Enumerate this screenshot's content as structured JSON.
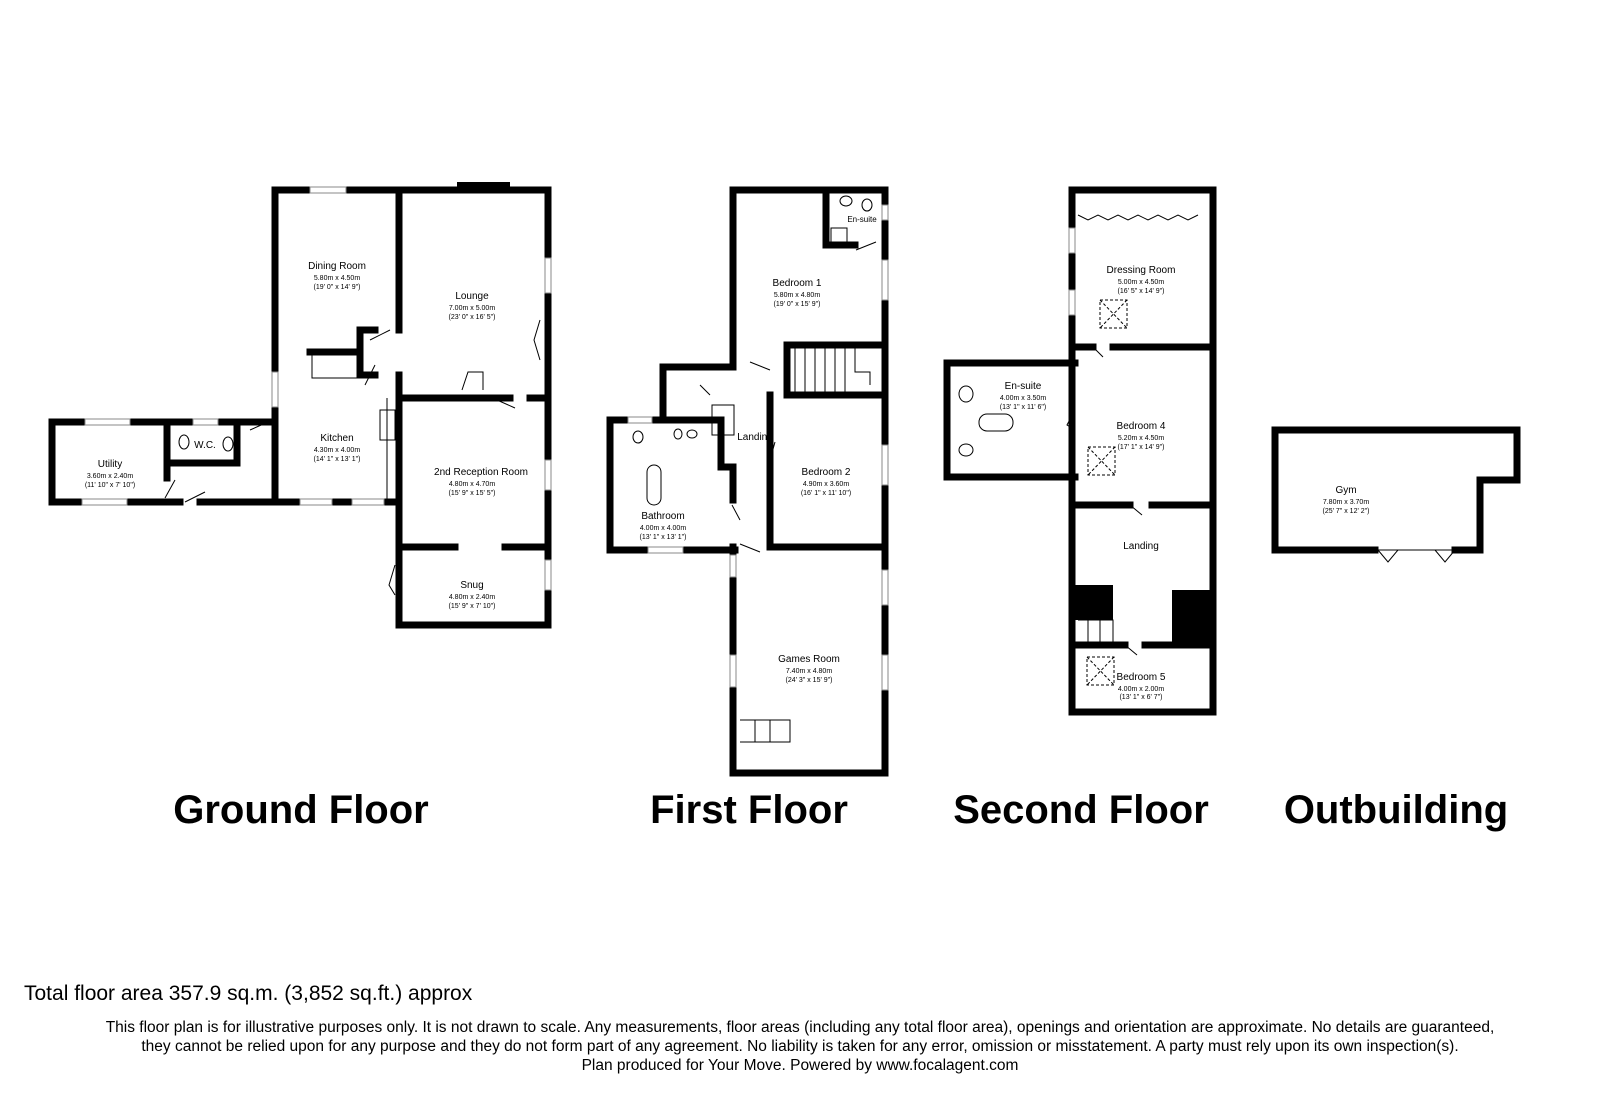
{
  "floors": {
    "ground": {
      "title": "Ground Floor",
      "rooms": [
        {
          "name": "Dining Room",
          "metric": "5.80m x 4.50m",
          "imperial": "(19' 0\" x 14' 9\")"
        },
        {
          "name": "Lounge",
          "metric": "7.00m x 5.00m",
          "imperial": "(23' 0\" x 16' 5\")"
        },
        {
          "name": "Kitchen",
          "metric": "4.30m x 4.00m",
          "imperial": "(14' 1\" x 13' 1\")"
        },
        {
          "name": "Utility",
          "metric": "3.60m x 2.40m",
          "imperial": "(11' 10\" x 7' 10\")"
        },
        {
          "name": "W.C."
        },
        {
          "name": "2nd Reception Room",
          "metric": "4.80m x 4.70m",
          "imperial": "(15' 9\" x 15' 5\")"
        },
        {
          "name": "Snug",
          "metric": "4.80m x 2.40m",
          "imperial": "(15' 9\" x 7' 10\")"
        }
      ]
    },
    "first": {
      "title": "First Floor",
      "rooms": [
        {
          "name": "En-suite"
        },
        {
          "name": "Bedroom 1",
          "metric": "5.80m x 4.80m",
          "imperial": "(19' 0\" x 15' 9\")"
        },
        {
          "name": "Landing"
        },
        {
          "name": "Bedroom 2",
          "metric": "4.90m x 3.60m",
          "imperial": "(16' 1\" x 11' 10\")"
        },
        {
          "name": "Bathroom",
          "metric": "4.00m x 4.00m",
          "imperial": "(13' 1\" x 13' 1\")"
        },
        {
          "name": "Games Room",
          "metric": "7.40m x 4.80m",
          "imperial": "(24' 3\" x 15' 9\")"
        }
      ]
    },
    "second": {
      "title": "Second Floor",
      "rooms": [
        {
          "name": "Dressing Room",
          "metric": "5.00m x 4.50m",
          "imperial": "(16' 5\" x 14' 9\")"
        },
        {
          "name": "En-suite",
          "metric": "4.00m x 3.50m",
          "imperial": "(13' 1\" x 11' 6\")"
        },
        {
          "name": "Bedroom 4",
          "metric": "5.20m x 4.50m",
          "imperial": "(17' 1\" x 14' 9\")"
        },
        {
          "name": "Landing"
        },
        {
          "name": "Bedroom 5",
          "metric": "4.00m x 2.00m",
          "imperial": "(13' 1\" x 6' 7\")"
        }
      ]
    },
    "outbuilding": {
      "title": "Outbuilding",
      "rooms": [
        {
          "name": "Gym",
          "metric": "7.80m x 3.70m",
          "imperial": "(25' 7\" x 12' 2\")"
        }
      ]
    }
  },
  "footer": {
    "total_area": "Total floor area 357.9 sq.m. (3,852 sq.ft.) approx",
    "disclaimer_1": "This floor plan is for illustrative purposes only. It is not drawn to scale. Any measurements, floor areas (including any total floor area), openings and orientation are approximate. No details are guaranteed,",
    "disclaimer_2": "they cannot be relied upon for any purpose and they do not form part of any agreement. No liability is taken for any error, omission or misstatement. A party must rely upon its own inspection(s).",
    "credit": "Plan produced for Your Move. Powered by www.focalagent.com"
  }
}
